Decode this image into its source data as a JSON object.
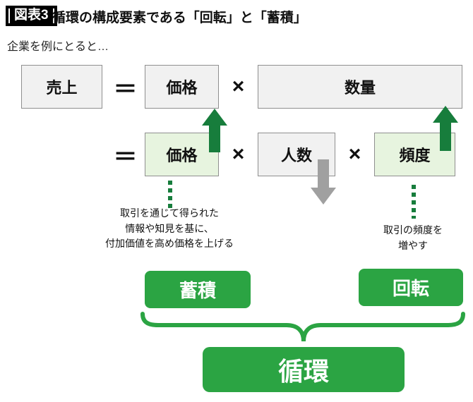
{
  "header": {
    "badge": "図表3",
    "title": "循環の構成要素である「回転」と「蓄積」"
  },
  "intro": "企業を例にとると…",
  "row1": {
    "sales": "売上",
    "equals": "＝",
    "price": "価格",
    "times": "×",
    "quantity": "数量"
  },
  "row2": {
    "equals": "＝",
    "price": "価格",
    "times1": "×",
    "people": "人数",
    "times2": "×",
    "frequency": "頻度"
  },
  "notes": {
    "price": {
      "line1": "取引を通じて得られた",
      "line2": "情報や知見を基に、",
      "line3": "付加価値を高め価格を上げる"
    },
    "frequency": {
      "line1": "取引の頻度を",
      "line2": "増やす"
    }
  },
  "badges": {
    "accumulation": "蓄積",
    "rotation": "回転",
    "circulation": "循環"
  },
  "icons": {
    "price_up": "up-arrow-icon",
    "people_down": "down-arrow-icon",
    "frequency_up": "up-arrow-icon"
  },
  "colors": {
    "green": "#2ba443",
    "dark_green": "#177d3c",
    "light_green": "#e7f4df",
    "gray_arrow": "#a0a0a0",
    "box_bg": "#f1f1f1",
    "box_border": "#8f8f8f"
  }
}
